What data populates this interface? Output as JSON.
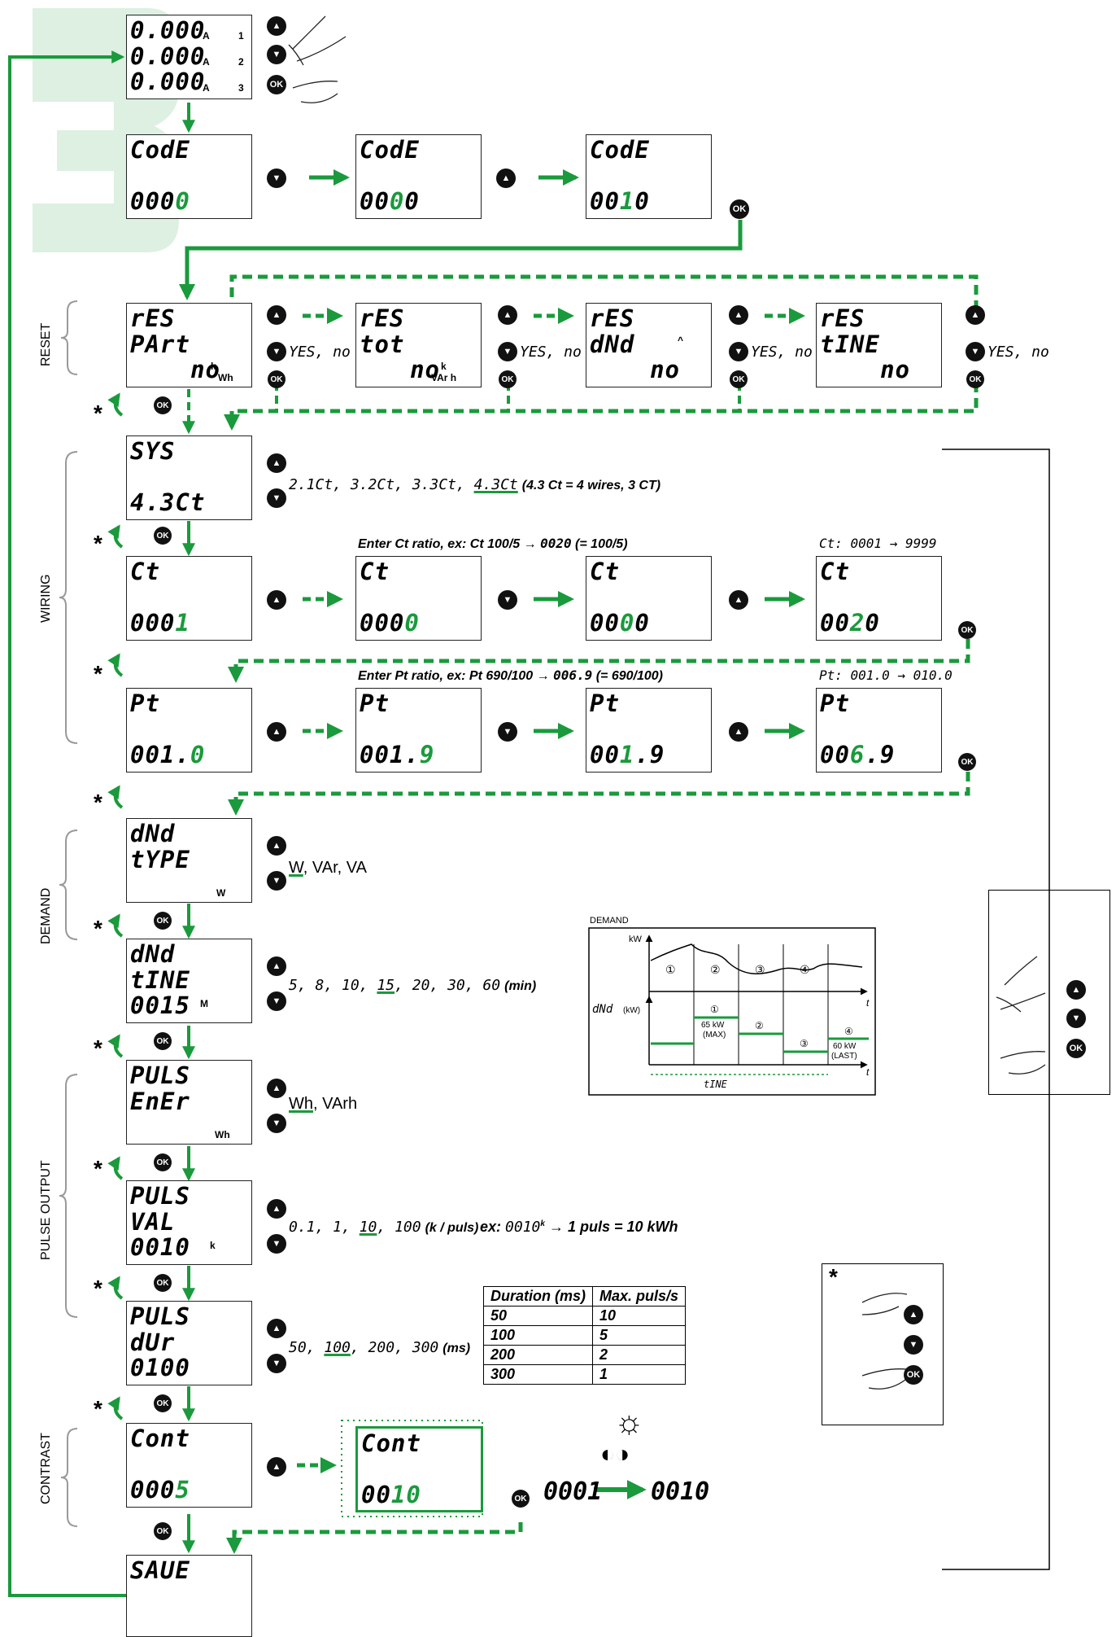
{
  "colors": {
    "accent": "#1a9a3c",
    "button": "#111111"
  },
  "section_labels": {
    "reset": "RESET",
    "wiring": "WIRING",
    "demand": "DEMAND",
    "pulse": "PULSE OUTPUT",
    "contrast": "CONTRAST"
  },
  "screen0": {
    "l1": "0.000",
    "u1": "A",
    "n1": "1",
    "l2": "0.000",
    "u2": "A",
    "n2": "2",
    "l3": "0.000",
    "u3": "A",
    "n3": "3"
  },
  "code": [
    {
      "top": "CodE",
      "pre": "000",
      "blink": "0",
      "post": ""
    },
    {
      "top": "CodE",
      "pre": "00",
      "blink": "0",
      "post": "0"
    },
    {
      "top": "CodE",
      "pre": "00",
      "blink": "1",
      "post": "0"
    }
  ],
  "reset": [
    {
      "l1": "rES",
      "l2": "PArt",
      "l3": "no",
      "unit_top": "k",
      "unit": "Wh"
    },
    {
      "l1": "rES",
      "l2": "tot",
      "l3": "no",
      "unit_top": "k",
      "unit": "VAr h"
    },
    {
      "l1": "rES",
      "l2": "dNd",
      "l3": "no",
      "unit_top": "^",
      "unit": ""
    },
    {
      "l1": "rES",
      "l2": "tINE",
      "l3": "no",
      "unit_top": "",
      "unit": ""
    }
  ],
  "yes_no": "YES, no",
  "sys": {
    "l1": "SYS",
    "l3": "4.3Ct",
    "options_pre": "2.1Ct, 3.2Ct, 3.3Ct, ",
    "options_sel": "4.3Ct",
    "note": "(4.3 Ct = 4 wires, 3 CT)"
  },
  "ct": {
    "hint": "Enter Ct ratio, ex: Ct 100/5",
    "hint_val": "0020",
    "hint_eq": "(= 100/5)",
    "range": "Ct: 0001 → 9999",
    "screens": [
      {
        "top": "Ct",
        "pre": "000",
        "blink": "1",
        "post": ""
      },
      {
        "top": "Ct",
        "pre": "000",
        "blink": "0",
        "post": ""
      },
      {
        "top": "Ct",
        "pre": "00",
        "blink": "0",
        "post": "0"
      },
      {
        "top": "Ct",
        "pre": "00",
        "blink": "2",
        "post": "0"
      }
    ]
  },
  "pt": {
    "hint": "Enter Pt ratio, ex: Pt 690/100",
    "hint_val": "006.9",
    "hint_eq": "(= 690/100)",
    "range": "Pt: 001.0 → 010.0",
    "screens": [
      {
        "top": "Pt",
        "pre": "001.",
        "blink": "0",
        "post": ""
      },
      {
        "top": "Pt",
        "pre": "001.",
        "blink": "9",
        "post": ""
      },
      {
        "top": "Pt",
        "pre": "00",
        "blink": "1",
        "post": ".9"
      },
      {
        "top": "Pt",
        "pre": "00",
        "blink": "6",
        "post": ".9"
      }
    ]
  },
  "dnd_type": {
    "l1": "dNd",
    "l2": "tYPE",
    "unit": "W",
    "options_sel": "W",
    "options_rest": ", VAr, VA"
  },
  "dnd_time": {
    "l1": "dNd",
    "l2": "tINE",
    "l3": "0015",
    "unit": "M",
    "options_pre": "5, 8, 10, ",
    "options_sel": "15",
    "options_post": ", 20, 30, 60",
    "suffix": "(min)"
  },
  "puls_ener": {
    "l1": "PULS",
    "l2": "EnEr",
    "unit": "Wh",
    "options_sel": "Wh",
    "options_rest": ", VArh"
  },
  "puls_val": {
    "l1": "PULS",
    "l2": "VAL",
    "l3": "0010",
    "unit": "k",
    "options_pre": "0.1, 1, ",
    "options_sel": "10",
    "options_post": ", 100",
    "suffix": "(k / puls)",
    "example_pre": "ex: ",
    "example_val": "0010",
    "example_k": "k",
    "example_post": "→ 1 puls = 10 kWh"
  },
  "puls_dur": {
    "l1": "PULS",
    "l2": "dUr",
    "l3": "0100",
    "options_pre": "50, ",
    "options_sel": "100",
    "options_post": ", 200, 300",
    "suffix": "(ms)"
  },
  "dur_table": {
    "headers": [
      "Duration (ms)",
      "Max. puls/s"
    ],
    "rows": [
      [
        "50",
        "10"
      ],
      [
        "100",
        "5"
      ],
      [
        "200",
        "2"
      ],
      [
        "300",
        "1"
      ]
    ]
  },
  "contrast": {
    "l1": "Cont",
    "val1_pre": "000",
    "val1_blink": "5",
    "val2_pre": "00",
    "val2_blink": "10",
    "range_from": "0001",
    "range_to": "0010"
  },
  "save": {
    "l1": "SAUE"
  },
  "demand_chart": {
    "title": "DEMAND",
    "y_top": "kW",
    "x_label": "t",
    "y_bottom": "dNd",
    "y_bottom_unit": "(kW)",
    "intervals": [
      "①",
      "②",
      "③",
      "④"
    ],
    "max_label": "65 kW",
    "max_tag": "(MAX)",
    "last_label": "60 kW",
    "last_tag": "(LAST)",
    "time_label": "tINE"
  },
  "buttons": {
    "ok": "OK"
  },
  "star": "*"
}
